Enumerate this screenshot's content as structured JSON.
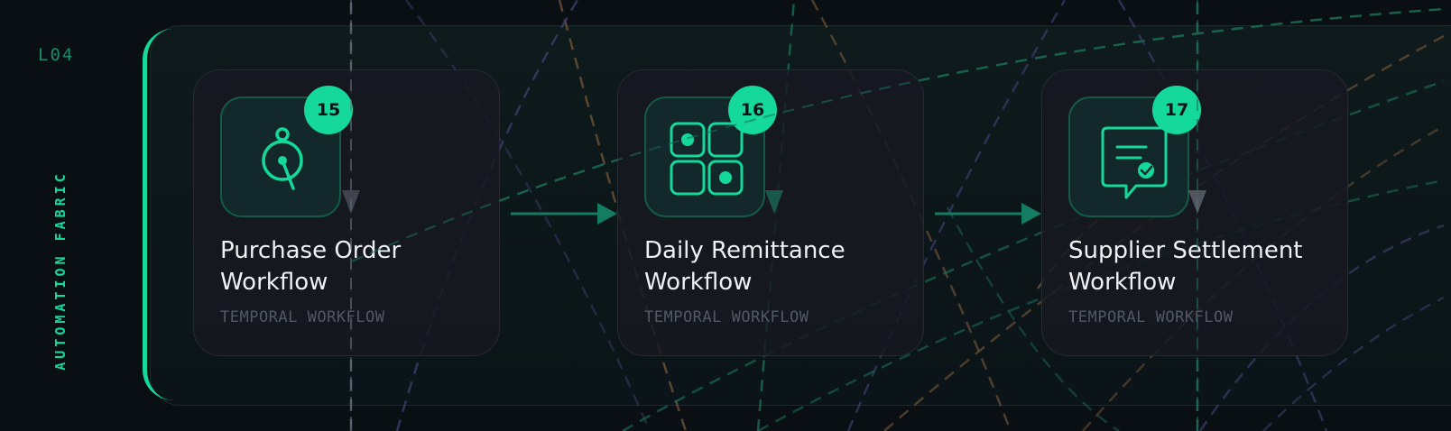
{
  "layer": {
    "code": "L04",
    "label": "AUTOMATION FABRIC"
  },
  "workflows": [
    {
      "badge": "15",
      "title": "Purchase Order Workflow",
      "type": "TEMPORAL WORKFLOW",
      "icon": "stopwatch-icon"
    },
    {
      "badge": "16",
      "title": "Daily Remittance Workflow",
      "type": "TEMPORAL WORKFLOW",
      "icon": "grid-icon"
    },
    {
      "badge": "17",
      "title": "Supplier Settlement Workflow",
      "type": "TEMPORAL WORKFLOW",
      "icon": "message-check-icon"
    }
  ],
  "colors": {
    "accent": "#14d99a",
    "arrow": "#147c62",
    "background": "#0a0f14"
  }
}
